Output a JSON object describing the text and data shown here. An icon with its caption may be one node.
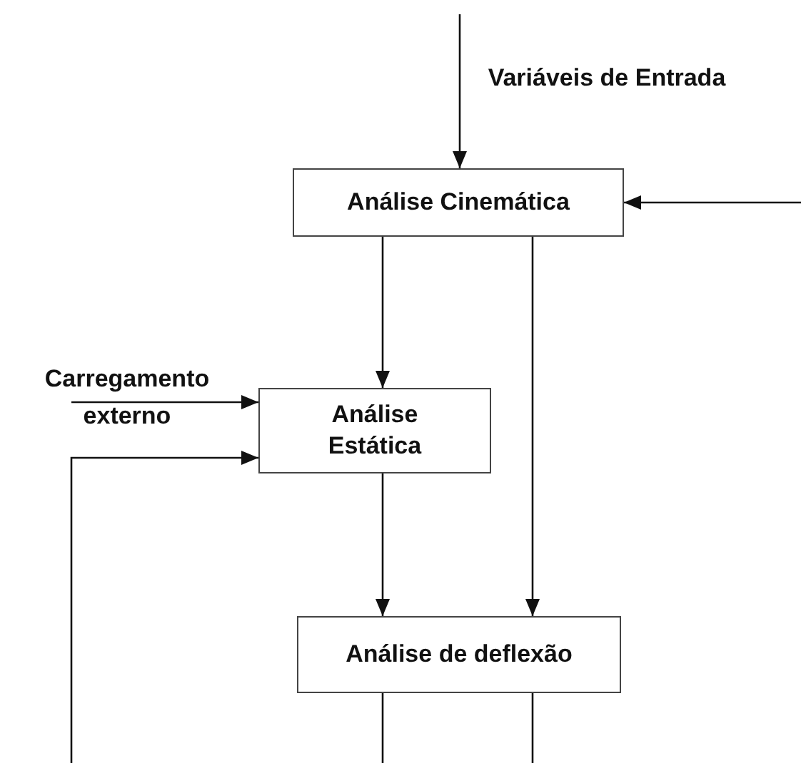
{
  "diagram": {
    "nodes": [
      {
        "text": [
          "Análise Cinemática"
        ]
      },
      {
        "text": [
          "Análise Estática"
        ]
      },
      {
        "text": [
          "Análise de deflexão"
        ]
      },
      {
        "text": [
          "Carregamento externo"
        ]
      }
    ],
    "edges": [
      {
        "from": null,
        "to": 0,
        "arrow": "to",
        "label": "Variáveis de Entrada"
      },
      {
        "from": null,
        "to": 0,
        "arrow": "to"
      },
      {
        "from": 0,
        "to": 1,
        "arrow": "to"
      },
      {
        "from": 0,
        "to": 2,
        "arrow": "to"
      },
      {
        "from": 3,
        "to": 1,
        "arrow": "to"
      },
      {
        "from": null,
        "to": 1,
        "arrow": "to"
      },
      {
        "from": 1,
        "to": 2,
        "arrow": "to"
      },
      {
        "from": 2,
        "to": null,
        "arrow": "none"
      },
      {
        "from": 2,
        "to": null,
        "arrow": "none"
      }
    ]
  }
}
